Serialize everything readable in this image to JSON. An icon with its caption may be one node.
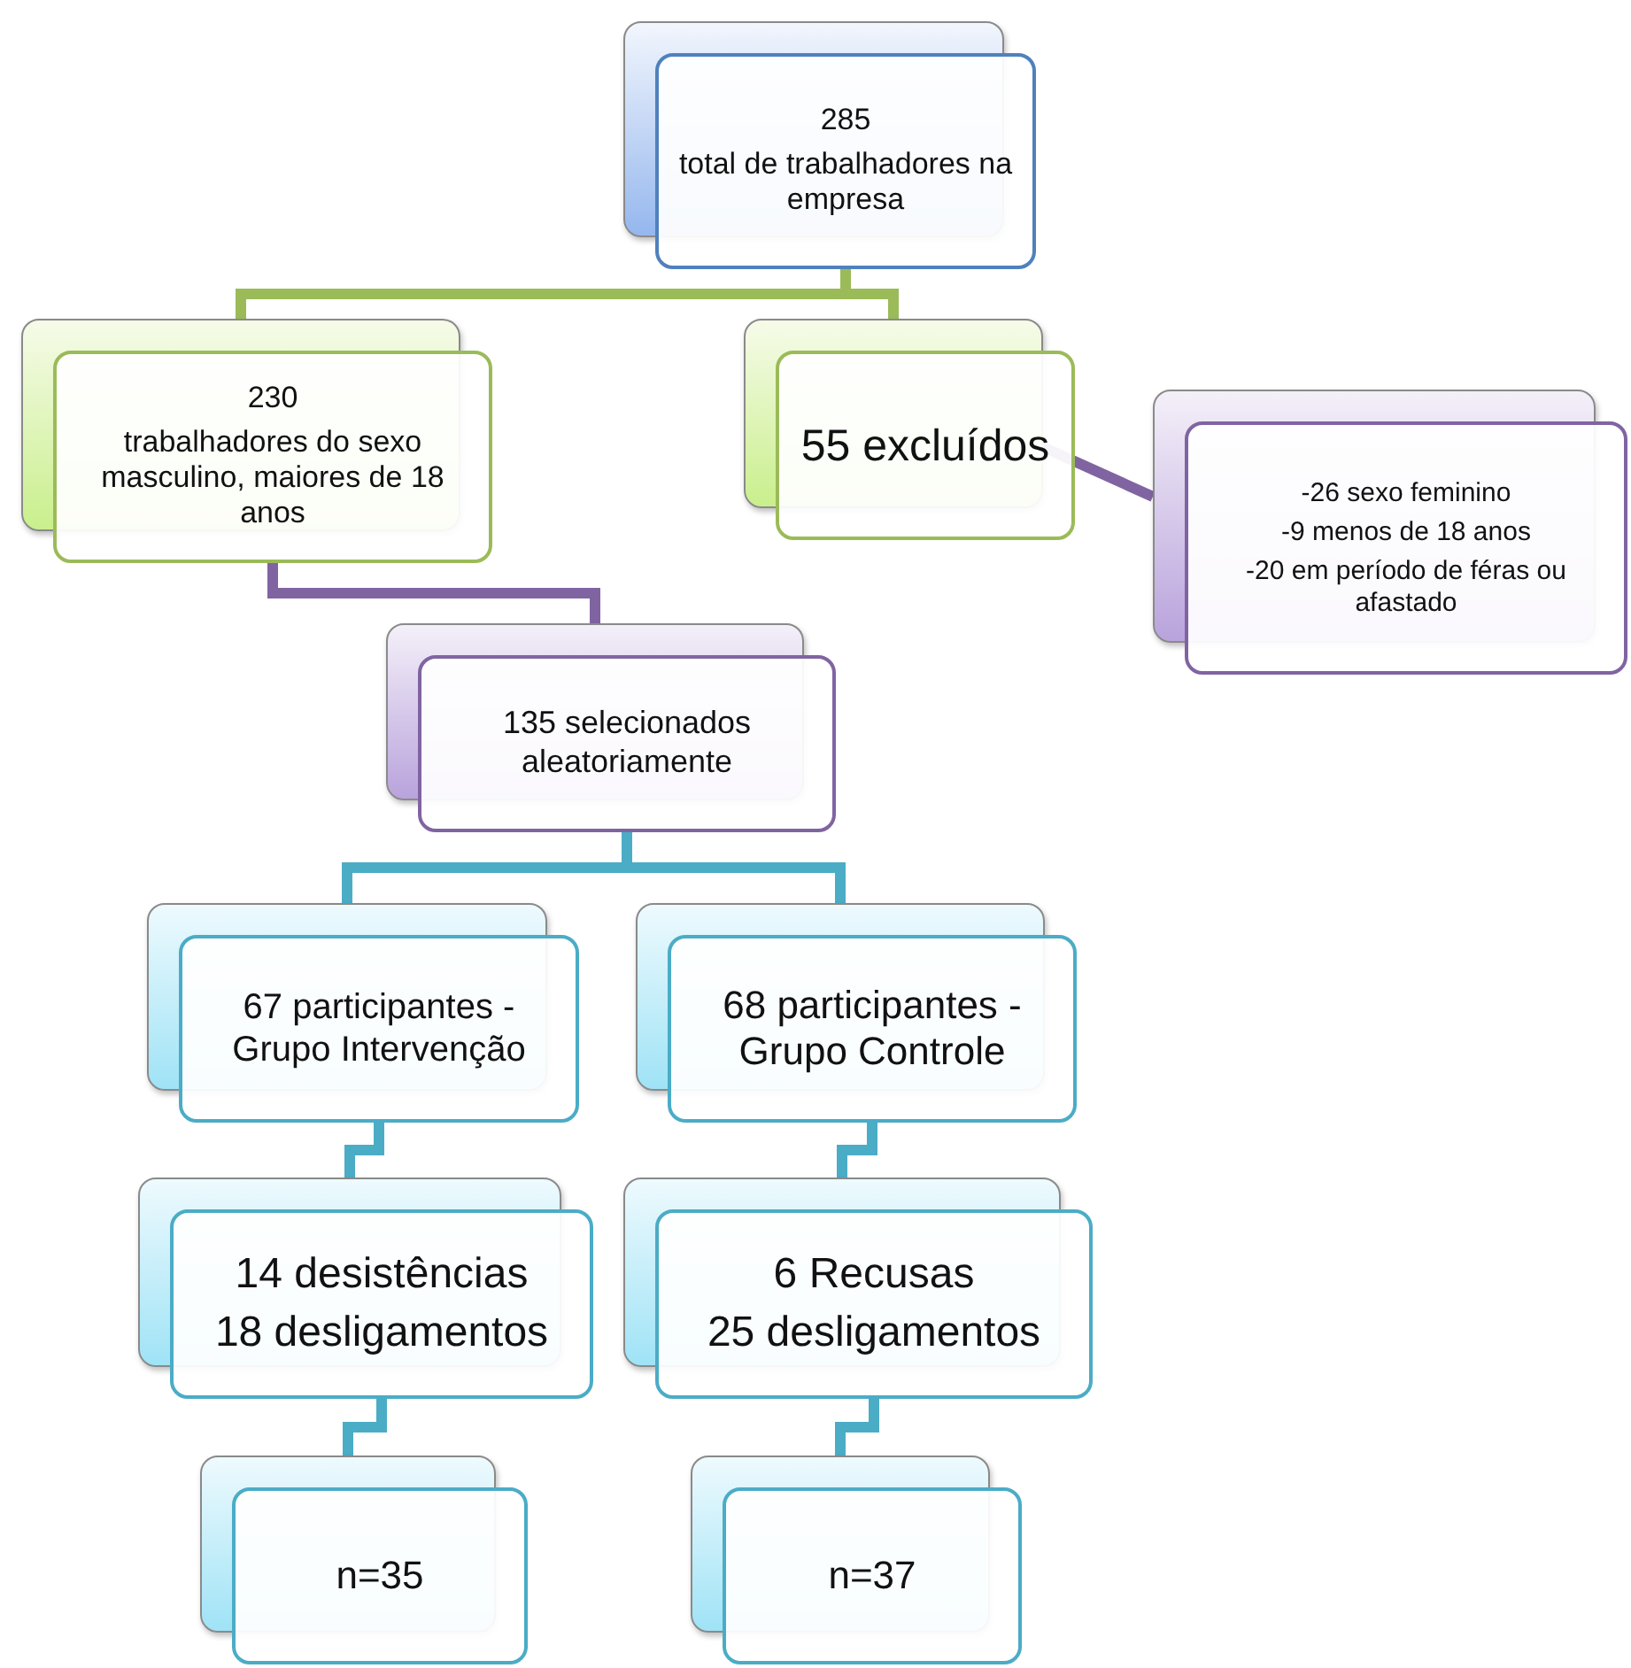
{
  "diagram": {
    "nodes": [
      {
        "text": [
          "285",
          "total de trabalhadores na empresa"
        ]
      },
      {
        "text": [
          "230",
          "trabalhadores do sexo masculino, maiores de 18 anos"
        ]
      },
      {
        "text": [
          "55 excluídos"
        ]
      },
      {
        "text": [
          "-26 sexo feminino",
          "-9 menos de 18 anos",
          "-20 em período de féras ou afastado"
        ]
      },
      {
        "text": [
          "135 selecionados aleatoriamente"
        ]
      },
      {
        "text": [
          "67 participantes - Grupo Intervenção"
        ]
      },
      {
        "text": [
          "68 participantes - Grupo Controle"
        ]
      },
      {
        "text": [
          "14 desistências",
          "18 desligamentos"
        ]
      },
      {
        "text": [
          "6 Recusas",
          "25 desligamentos"
        ]
      },
      {
        "text": [
          "n=35"
        ]
      },
      {
        "text": [
          "n=37"
        ]
      }
    ],
    "edges": [
      {
        "from": 0,
        "to": 1,
        "arrow": "none",
        "color": "#9bbb59"
      },
      {
        "from": 0,
        "to": 2,
        "arrow": "none",
        "color": "#9bbb59"
      },
      {
        "from": 2,
        "to": 3,
        "arrow": "none",
        "color": "#8064a2"
      },
      {
        "from": 1,
        "to": 4,
        "arrow": "none",
        "color": "#8064a2"
      },
      {
        "from": 4,
        "to": 5,
        "arrow": "none"
      },
      {
        "from": 4,
        "to": 6,
        "arrow": "none"
      },
      {
        "from": 5,
        "to": 7,
        "arrow": "none"
      },
      {
        "from": 6,
        "to": 8,
        "arrow": "none"
      },
      {
        "from": 7,
        "to": 9,
        "arrow": "none"
      },
      {
        "from": 8,
        "to": 10,
        "arrow": "none"
      }
    ]
  }
}
